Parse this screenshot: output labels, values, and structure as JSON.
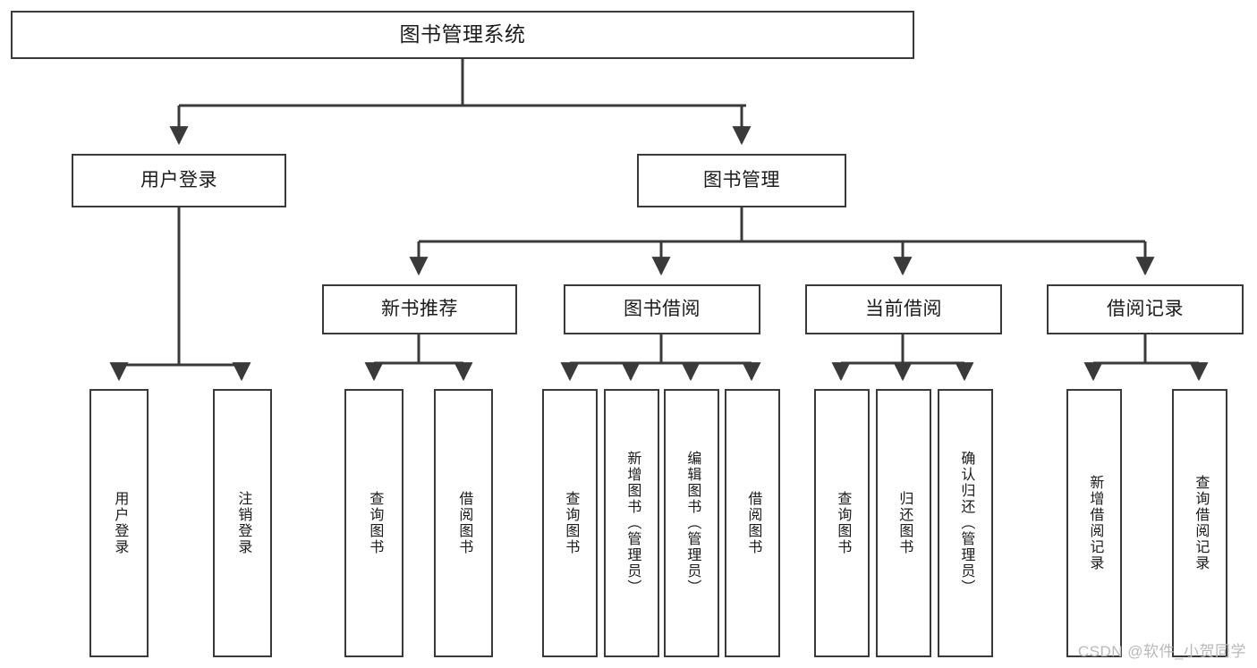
{
  "diagram": {
    "type": "tree",
    "title": "图书管理系统",
    "watermark": "CSDN @软件_小贺同学",
    "colors": {
      "stroke": "#3a3a3a",
      "fill": "#ffffff",
      "text": "#1b1b1b",
      "watermark": "#b9b9b9"
    },
    "nodes": {
      "root": "图书管理系统",
      "user_login": "用户登录",
      "book_manage": "图书管理",
      "new_book_recommend": "新书推荐",
      "book_borrow": "图书借阅",
      "current_borrow": "当前借阅",
      "borrow_record": "借阅记录",
      "leaf_user_login": "用户登录",
      "leaf_logout": "注销登录",
      "leaf_query_book_1": "查询图书",
      "leaf_borrow_book_1": "借阅图书",
      "leaf_query_book_2": "查询图书",
      "leaf_add_book_admin": "新增图书（管理员）",
      "leaf_edit_book_admin": "编辑图书（管理员）",
      "leaf_borrow_book_2": "借阅图书",
      "leaf_query_book_3": "查询图书",
      "leaf_return_book": "归还图书",
      "leaf_confirm_return_admin": "确认归还（管理员）",
      "leaf_add_record": "新增借阅记录",
      "leaf_query_record": "查询借阅记录"
    }
  }
}
